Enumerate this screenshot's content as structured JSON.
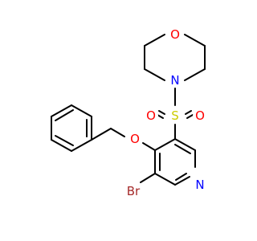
{
  "molecule": {
    "atoms": {
      "morpholine_oxygen": {
        "label": "O",
        "color": "#ff0000"
      },
      "morpholine_nitrogen": {
        "label": "N",
        "color": "#0000ff"
      },
      "sulfonyl_sulfur": {
        "label": "S",
        "color": "#cccc00"
      },
      "sulfonyl_oxygen_left": {
        "label": "O",
        "color": "#ff0000"
      },
      "sulfonyl_oxygen_right": {
        "label": "O",
        "color": "#ff0000"
      },
      "ether_oxygen": {
        "label": "O",
        "color": "#ff0000"
      },
      "pyridine_nitrogen": {
        "label": "N",
        "color": "#0000ff"
      },
      "bromine": {
        "label": "Br",
        "color": "#a52a2a"
      }
    }
  }
}
